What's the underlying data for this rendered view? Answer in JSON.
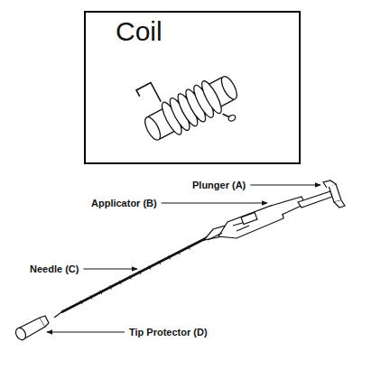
{
  "diagram": {
    "nodes": [
      {
        "text": [
          "Coil"
        ]
      }
    ],
    "labels": [
      "Plunger (A)",
      "Applicator (B)",
      "Needle (C)",
      "Tip Protector (D)"
    ]
  }
}
